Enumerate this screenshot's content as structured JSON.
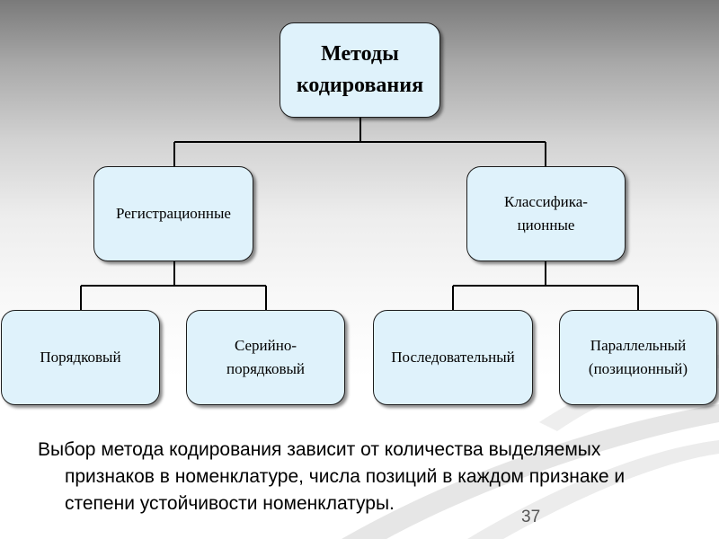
{
  "diagram": {
    "root": "Методы\nкодирования",
    "level2": {
      "left": "Регистрационные",
      "right": "Классифика-\nционные"
    },
    "level3": {
      "left_a": "Порядковый",
      "left_b": "Серийно-\nпорядковый",
      "right_a": "Последовательный",
      "right_b": "Параллельный\n(позиционный)"
    }
  },
  "caption": "Выбор метода кодирования зависит от количества выделяемых признаков в номенклатуре, числа позиций в каждом признаке и степени устойчивости номенклатуры.",
  "slide_number": "37"
}
